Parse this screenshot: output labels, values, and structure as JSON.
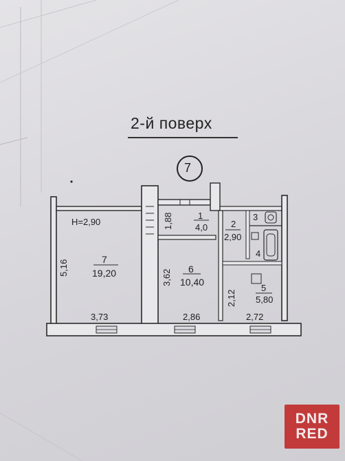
{
  "title": "2-й поверх",
  "section_number": "7",
  "ceiling_height": "H=2,90",
  "rooms": [
    {
      "number": "1",
      "area": "4,0"
    },
    {
      "number": "2",
      "area": "2,90"
    },
    {
      "number": "3",
      "area": ""
    },
    {
      "number": "4",
      "area": ""
    },
    {
      "number": "5",
      "area": "5,80"
    },
    {
      "number": "6",
      "area": "10,40"
    },
    {
      "number": "7",
      "area": "19,20"
    }
  ],
  "dimensions": {
    "room7_height": "5,16",
    "room6_height": "3,62",
    "room1_height": "1,88",
    "room5_height": "2,12",
    "width_room7": "3,73",
    "width_room6": "2,86",
    "width_room5": "2,72"
  },
  "watermark": {
    "line1": "DNR",
    "line2": "RED"
  }
}
